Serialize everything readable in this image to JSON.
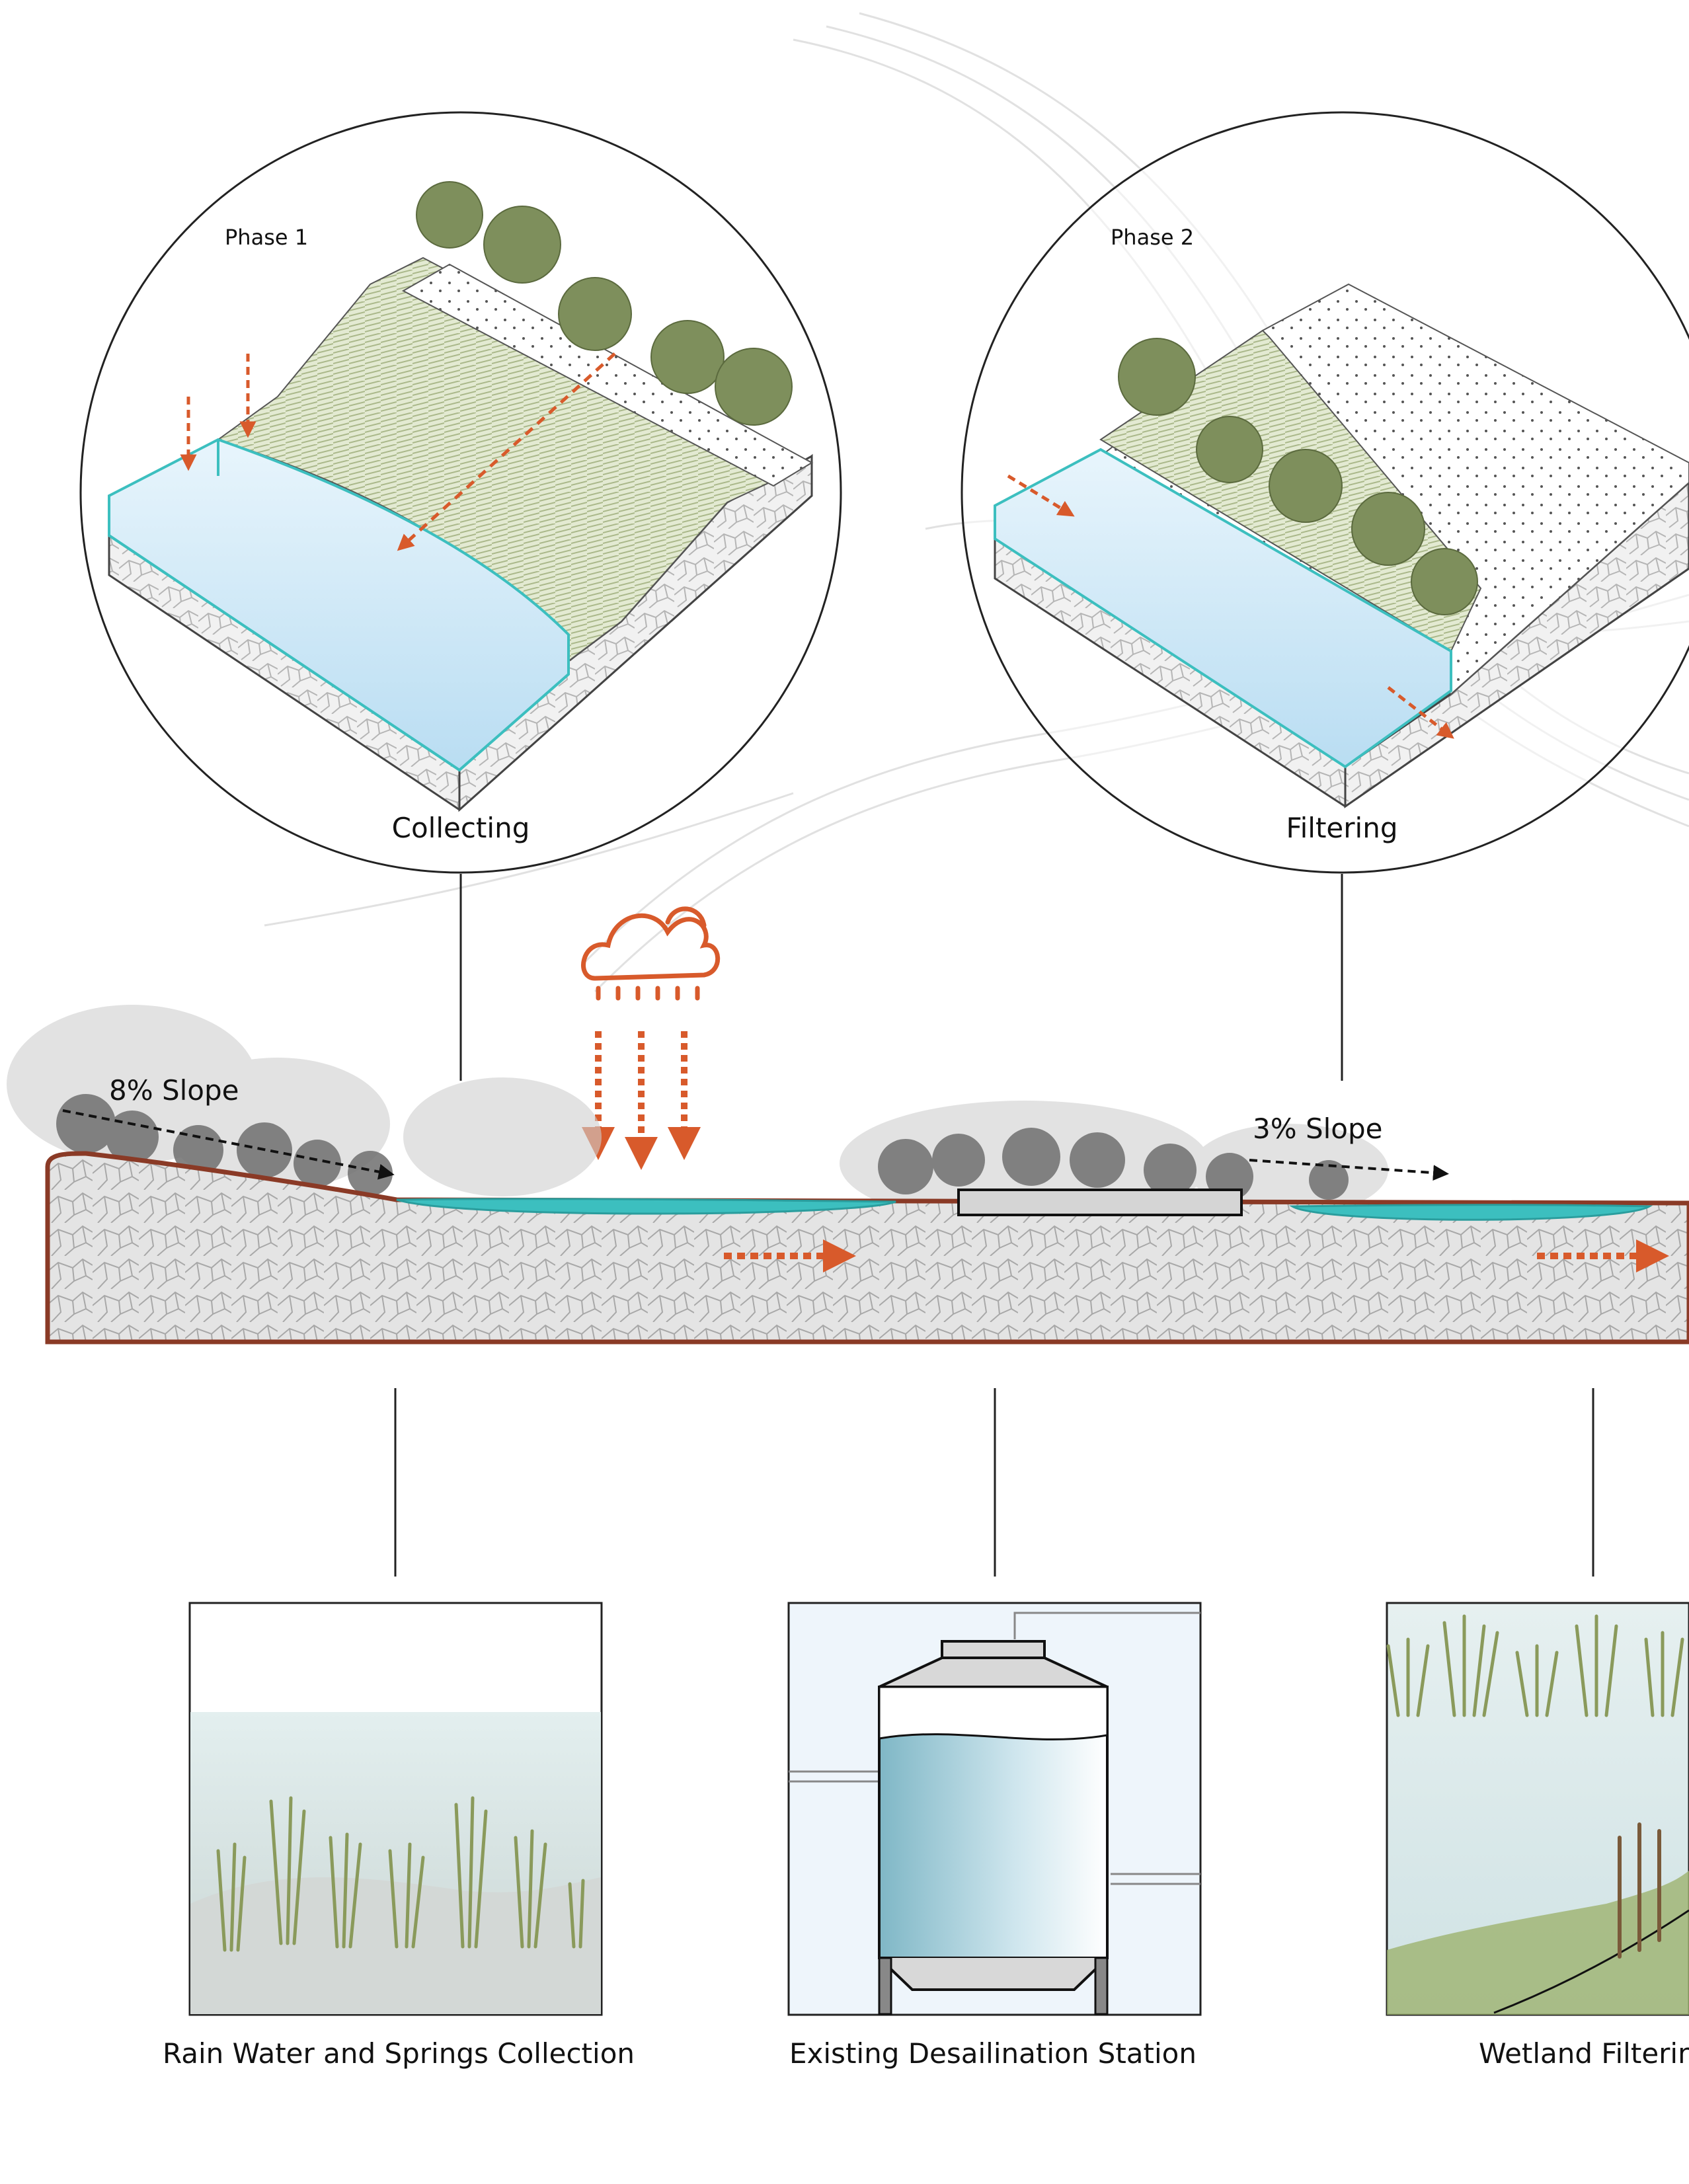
{
  "phases": [
    {
      "phase_label": "Phase 1",
      "caption": "Collecting"
    },
    {
      "phase_label": "Phase 2",
      "caption": "Filtering"
    }
  ],
  "section": {
    "slope_left": "8% Slope",
    "slope_right": "3% Slope"
  },
  "panels": [
    {
      "caption": "Rain Water and Springs Collection"
    },
    {
      "caption": "Existing Desailination Station"
    },
    {
      "caption": "Wetland Filterin"
    }
  ],
  "colors": {
    "accent_orange": "#d85a2b",
    "water_teal": "#3cbfbf",
    "ground_brown": "#8a3a26",
    "water_light": "#cfe8f7",
    "vegetation": "#8a9a5b",
    "line": "#222222"
  },
  "icons": [
    "rain-cloud-icon"
  ]
}
